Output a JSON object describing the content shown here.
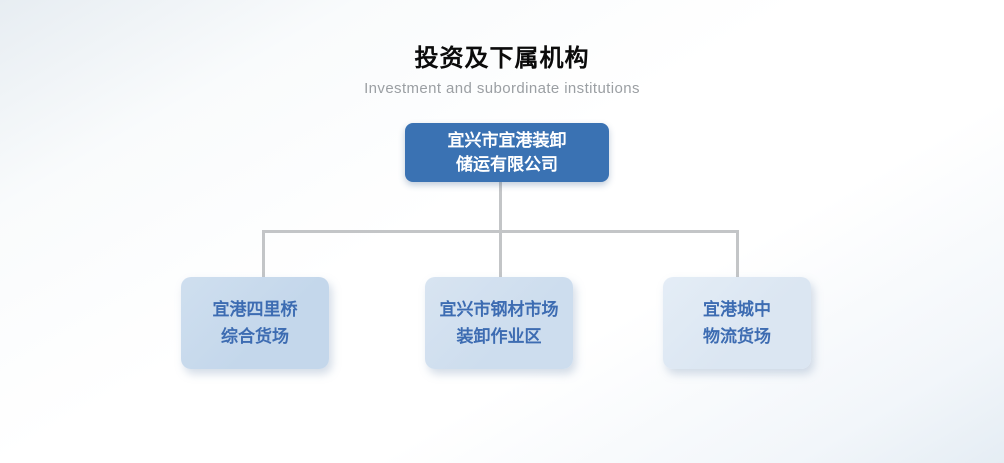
{
  "page": {
    "title": "投资及下属机构",
    "subtitle": "Investment and subordinate institutions"
  },
  "org_chart": {
    "type": "organization-chart",
    "root": {
      "line1": "宜兴市宜港装卸",
      "line2": "储运有限公司",
      "full_name": "宜兴市宜港装卸储运有限公司"
    },
    "children": [
      {
        "line1": "宜港四里桥",
        "line2": "综合货场",
        "full_name": "宜港四里桥综合货场"
      },
      {
        "line1": "宜兴市钢材市场",
        "line2": "装卸作业区",
        "full_name": "宜兴市钢材市场装卸作业区"
      },
      {
        "line1": "宜港城中",
        "line2": "物流货场",
        "full_name": "宜港城中物流货场"
      }
    ]
  },
  "colors": {
    "title_text": "#0b0b0b",
    "subtitle_text": "#9b9fa3",
    "root_box_bg": "#3a72b3",
    "root_box_text": "#ffffff",
    "child_box_bg_1": "#c4d7eb",
    "child_box_bg_2": "#cdddee",
    "child_box_bg_3": "#dbe6f2",
    "child_box_text": "#3d6cb2",
    "connector_line": "#c3c5c7"
  }
}
